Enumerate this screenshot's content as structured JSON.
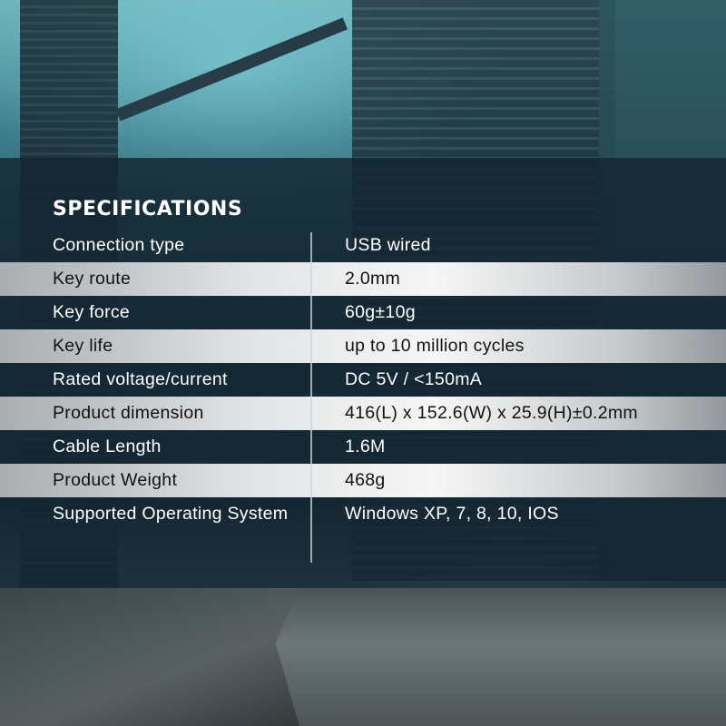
{
  "specifications": {
    "title": "SPECIFICATIONS",
    "rows": [
      {
        "label": "Connection type",
        "value": "USB wired"
      },
      {
        "label": "Key route",
        "value": "2.0mm"
      },
      {
        "label": "Key force",
        "value": "60g±10g"
      },
      {
        "label": "Key life",
        "value": "up to 10 million cycles"
      },
      {
        "label": "Rated voltage/current",
        "value": "DC 5V / <150mA"
      },
      {
        "label": "Product dimension",
        "value": "416(L) x 152.6(W) x 25.9(H)±0.2mm"
      },
      {
        "label": "Cable Length",
        "value": "1.6M"
      },
      {
        "label": "Product Weight",
        "value": "468g"
      },
      {
        "label": "Supported Operating System",
        "value": "Windows XP, 7, 8, 10, IOS"
      }
    ]
  },
  "colors": {
    "panel": "#142632",
    "text_light": "#ffffff",
    "text_dark": "#111111",
    "row_highlight": "#f0f0f0"
  }
}
